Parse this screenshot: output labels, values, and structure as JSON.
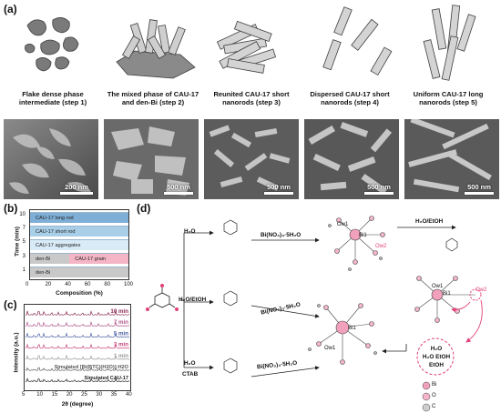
{
  "panel_a": {
    "label": "(a)",
    "steps": [
      {
        "text": "Flake dense phase intermediate (step 1)",
        "scale": "200 nm"
      },
      {
        "text": "The mixed phase of CAU-17 and den-Bi (step 2)",
        "scale": "500 nm"
      },
      {
        "text": "Reunited CAU-17 short nanorods (step 3)",
        "scale": "500 nm"
      },
      {
        "text": "Dispersed CAU-17 short nanorods (step 4)",
        "scale": "500 nm"
      },
      {
        "text": "Uniform CAU-17 long nanorods (step 5)",
        "scale": "500 nm"
      }
    ]
  },
  "panel_b": {
    "label": "(b)",
    "ylabel": "Time (min)",
    "xlabel": "Composition (%)",
    "chart_data": {
      "type": "bar",
      "orientation": "horizontal-stacked",
      "categories": [
        "1",
        "3",
        "5",
        "7",
        "10"
      ],
      "xlim": [
        0,
        100
      ],
      "xticks": [
        "0",
        "20",
        "40",
        "60",
        "80",
        "100"
      ],
      "segments": [
        {
          "time": "1",
          "label": "den-Bi",
          "start": 0,
          "end": 100,
          "color": "#c9c9c9"
        },
        {
          "time": "3",
          "label": "den-Bi",
          "start": 0,
          "end": 40,
          "color": "#c9c9c9"
        },
        {
          "time": "3",
          "label": "CAU-17 grain",
          "start": 40,
          "end": 100,
          "color": "#f4b5c6"
        },
        {
          "time": "5",
          "label": "CAU-17 aggregates",
          "start": 0,
          "end": 100,
          "color": "#d9ebf7"
        },
        {
          "time": "7",
          "label": "CAU-17 short rod",
          "start": 0,
          "end": 100,
          "color": "#a9cfe8"
        },
        {
          "time": "10",
          "label": "CAU-17 long rod",
          "start": 0,
          "end": 100,
          "color": "#7fafd6"
        }
      ]
    }
  },
  "panel_c": {
    "label": "(c)",
    "ylabel": "Intensity (a.u.)",
    "xlabel": "2θ (degree)",
    "chart_data": {
      "type": "line",
      "xlim": [
        5,
        40
      ],
      "xticks": [
        "5",
        "10",
        "15",
        "20",
        "25",
        "30",
        "35",
        "40"
      ],
      "series": [
        {
          "name": "10 min",
          "color": "#8a2a52"
        },
        {
          "name": "7 min",
          "color": "#b3578d"
        },
        {
          "name": "5 min",
          "color": "#4b5fa0"
        },
        {
          "name": "3 min",
          "color": "#c7467a"
        },
        {
          "name": "1 min",
          "color": "#9a9a9a"
        },
        {
          "name": "Simulated [Bi(BTC)(H2O)]·H2O",
          "color": "#555555"
        },
        {
          "name": "Simulated CAU-17",
          "color": "#222222"
        }
      ]
    }
  },
  "panel_d": {
    "label": "(d)",
    "routes": [
      {
        "solvent": "H₂O",
        "salt": "Bi(NO₃)₃·5H₂O"
      },
      {
        "solvent": "H₂O/EtOH",
        "salt": "Bi(NO₃)₃·5H₂O"
      },
      {
        "solvent": "H₂O",
        "extra": "CTAB",
        "salt": "Bi(NO₃)₃·5H₂O"
      }
    ],
    "top_arrow": "H₂O/EtOH",
    "cycle_text": [
      "H₂O",
      "H₂O EtOH",
      "EtOH"
    ],
    "atom_labels": {
      "bi1": "Bi1",
      "ow1": "Ow1",
      "ow2": "Ow2"
    },
    "legend": [
      "Bi",
      "O",
      "C"
    ],
    "colors": {
      "pink": "#e23f7a",
      "bond": "#444444"
    }
  }
}
